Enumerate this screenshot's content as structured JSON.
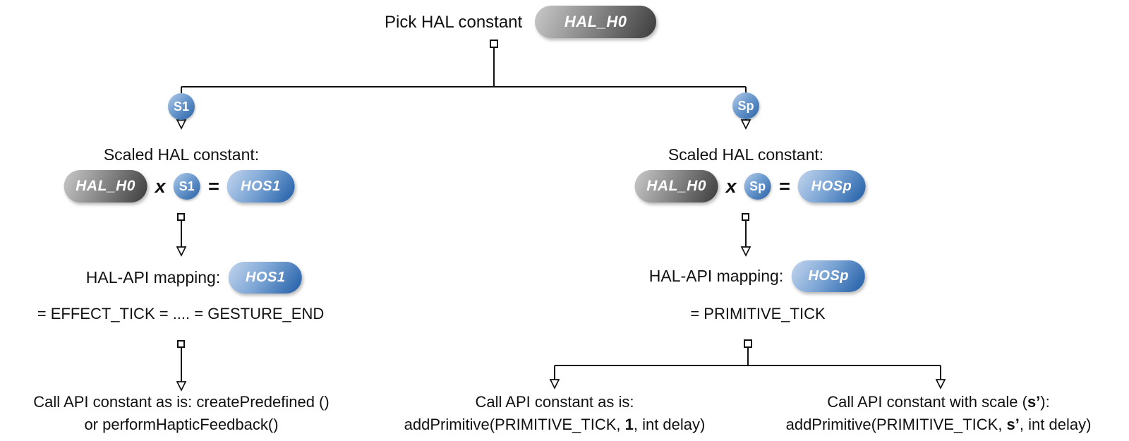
{
  "root": {
    "label": "Pick HAL constant",
    "constant": "HAL_H0"
  },
  "left": {
    "scale_badge": "S1",
    "scaled_heading": "Scaled HAL constant:",
    "eq": {
      "operand": "HAL_H0",
      "times": "x",
      "scale": "S1",
      "equals": "=",
      "result": "HOS1"
    },
    "mapping_label": "HAL-API mapping:",
    "mapping_pill": "HOS1",
    "mapping_equation": "= EFFECT_TICK = .... = GESTURE_END",
    "call_line1": "Call API constant as is: createPredefined ()",
    "call_line2": "or performHapticFeedback()"
  },
  "right": {
    "scale_badge": "Sp",
    "scaled_heading": "Scaled HAL constant:",
    "eq": {
      "operand": "HAL_H0",
      "times": "x",
      "scale": "Sp",
      "equals": "=",
      "result": "HOSp"
    },
    "mapping_label": "HAL-API mapping:",
    "mapping_pill": "HOSp",
    "mapping_equation": "= PRIMITIVE_TICK",
    "call_as_is": {
      "line1": "Call API constant as is:",
      "line2_pre": "addPrimitive(PRIMITIVE_TICK, ",
      "line2_bold": "1",
      "line2_post": ", int delay)"
    },
    "call_with_scale": {
      "line1_pre": "Call API constant with scale (",
      "line1_bold": "s’",
      "line1_post": "):",
      "line2_pre": "addPrimitive(PRIMITIVE_TICK, ",
      "line2_bold": "s’",
      "line2_post": ", int delay)"
    }
  },
  "colors": {
    "line": "#111111",
    "text": "#111111",
    "gray_pill_light": "#c9c9c9",
    "gray_pill_dark": "#3c3c3c",
    "blue_pill_light": "#c3d5ee",
    "blue_pill_dark": "#1e5ca6"
  }
}
